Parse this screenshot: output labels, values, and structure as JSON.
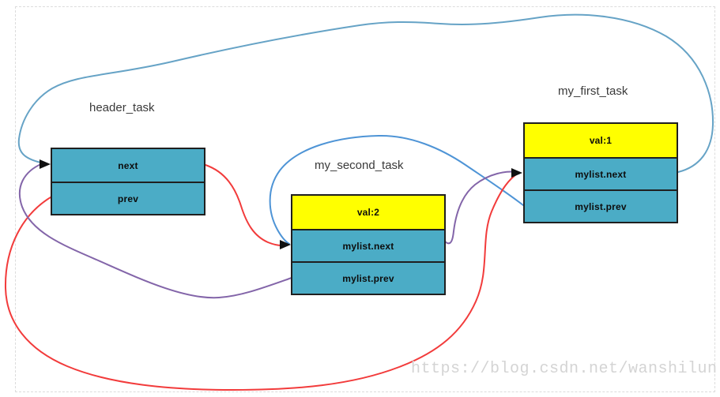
{
  "diagram_type": "doubly-linked task list",
  "nodes": [
    {
      "label": "header_task",
      "cells": [
        "next",
        "prev"
      ]
    },
    {
      "label": "my_second_task",
      "cells": [
        "val:2",
        "mylist.next",
        "mylist.prev"
      ]
    },
    {
      "label": "my_first_task",
      "cells": [
        "val:1",
        "mylist.next",
        "mylist.prev"
      ]
    }
  ],
  "edges": [
    {
      "from": "header_task.next",
      "to": "my_second_task",
      "color_key": "edge_red"
    },
    {
      "from": "header_task.prev",
      "to": "my_first_task",
      "color_key": "edge_red"
    },
    {
      "from": "my_second_task.mylist.next",
      "to": "my_first_task",
      "color_key": "edge_purple"
    },
    {
      "from": "my_second_task.mylist.prev",
      "to": "header_task",
      "color_key": "edge_purple"
    },
    {
      "from": "my_first_task.mylist.next",
      "to": "header_task",
      "color_key": "edge_blue_loop"
    },
    {
      "from": "my_first_task.mylist.prev",
      "to": "my_second_task",
      "color_key": "edge_blue"
    }
  ],
  "colors": {
    "cell_teal": "#4BACC6",
    "cell_yellow": "#FFFF00",
    "edge_red": "#F23B3B",
    "edge_purple": "#8365A9",
    "edge_blue_loop": "#66A3C6",
    "edge_blue": "#4E94D6",
    "arrow": "#111111",
    "frame_dash": "#DCDCDC",
    "watermark_gray": "#D4D4D4"
  },
  "watermark": {
    "text": "https://blog.csdn.net/wanshilun"
  }
}
